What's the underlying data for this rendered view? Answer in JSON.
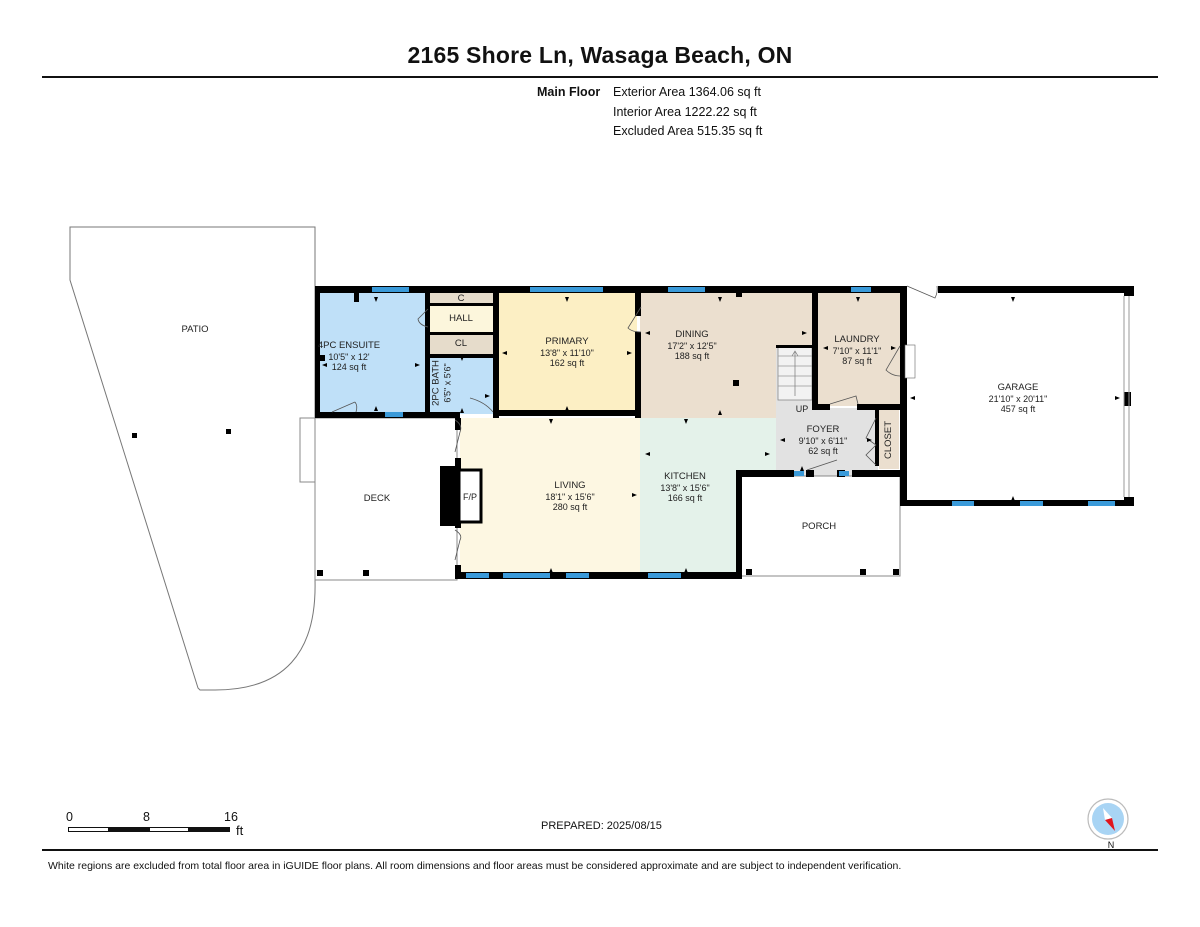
{
  "header": {
    "title": "2165 Shore Ln, Wasaga Beach, ON"
  },
  "areas": {
    "floor_label": "Main Floor",
    "exterior": "Exterior Area 1364.06 sq ft",
    "interior": "Interior Area 1222.22 sq ft",
    "excluded": "Excluded Area 515.35 sq ft"
  },
  "rooms": {
    "ensuite": {
      "name": "4PC ENSUITE",
      "dims": "10'5\" x 12'",
      "area": "124 sq ft",
      "color": "#bfe0f8"
    },
    "c": {
      "name": "C",
      "color": "#e6dccb"
    },
    "hall": {
      "name": "HALL",
      "color": "#fcf6dc"
    },
    "cl": {
      "name": "CL",
      "color": "#e6dccb"
    },
    "bath2": {
      "name": "2PC BATH",
      "dims": "6'5\" x 5'6\"",
      "color": "#bfe0f8"
    },
    "primary": {
      "name": "PRIMARY",
      "dims": "13'8\" x 11'10\"",
      "area": "162 sq ft",
      "color": "#fcefc4"
    },
    "dining": {
      "name": "DINING",
      "dims": "17'2\" x 12'5\"",
      "area": "188 sq ft",
      "color": "#ebdfcf"
    },
    "laundry": {
      "name": "LAUNDRY",
      "dims": "7'10\" x 11'1\"",
      "area": "87 sq ft",
      "color": "#ebdfcf"
    },
    "garage": {
      "name": "GARAGE",
      "dims": "21'10\" x 20'11\"",
      "area": "457 sq ft",
      "color": "#ffffff"
    },
    "foyer": {
      "name": "FOYER",
      "dims": "9'10\" x 6'11\"",
      "area": "62 sq ft",
      "color": "#e2e2e2"
    },
    "closet": {
      "name": "CLOSET",
      "color": "#ebdfcf"
    },
    "living": {
      "name": "LIVING",
      "dims": "18'1\" x 15'6\"",
      "area": "280 sq ft",
      "color": "#fdf7e2"
    },
    "kitchen": {
      "name": "KITCHEN",
      "dims": "13'8\" x 15'6\"",
      "area": "166 sq ft",
      "color": "#e4f2ea"
    },
    "porch": {
      "name": "PORCH",
      "color": "#ffffff"
    },
    "deck": {
      "name": "DECK",
      "color": "#ffffff"
    },
    "patio": {
      "name": "PATIO",
      "color": "#ffffff"
    },
    "fireplace": {
      "name": "F/P"
    },
    "stairs": {
      "label": "UP"
    }
  },
  "colors": {
    "wall": "#000000",
    "window": "#3a9ad9",
    "door_swing": "#d8d8d8"
  },
  "scale": {
    "ticks": [
      "0",
      "8",
      "16"
    ],
    "unit": "ft"
  },
  "footer": {
    "prepared": "PREPARED: 2025/08/15",
    "disclaimer": "White regions are excluded from total floor area in iGUIDE floor plans. All room dimensions and floor areas must be considered approximate and are subject to independent verification.",
    "compass_label": "N"
  }
}
